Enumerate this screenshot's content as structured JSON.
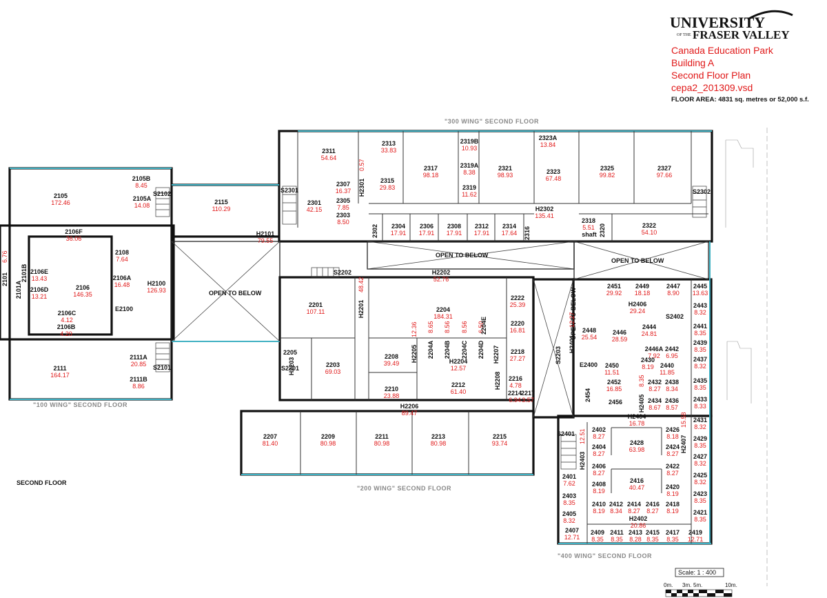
{
  "logo": {
    "line1": "UNIVERSITY",
    "line2_small": "OF THE",
    "line2": "FRASER VALLEY"
  },
  "title_block": {
    "line1": "Canada Education Park",
    "line2": "Building A",
    "line3": "Second Floor Plan",
    "line4": "cepa2_201309.vsd",
    "floor_area": "FLOOR AREA: 4831 sq. metres or 52,000 s.f."
  },
  "floor_label": "SECOND FLOOR",
  "wings": [
    "\"300 WING\" SECOND FLOOR",
    "\"100 WING\" SECOND FLOOR",
    "\"200 WING\" SECOND FLOOR",
    "\"400 WING\" SECOND FLOOR"
  ],
  "open_below": [
    "OPEN TO BELOW",
    "OPEN TO BELOW",
    "OPEN TO BELOW",
    "OPEN TO BELOW",
    "OPEN TO BELOW"
  ],
  "scale": {
    "label": "Scale: 1 : 400",
    "ticks": [
      "0m.",
      "3m.",
      "5m.",
      "10m."
    ]
  },
  "rooms": [
    {
      "id": "2105B",
      "area": "8.45"
    },
    {
      "id": "2105",
      "area": "172.46"
    },
    {
      "id": "2105A",
      "area": "14.08"
    },
    {
      "id": "S2102",
      "area": ""
    },
    {
      "id": "2115",
      "area": "110.29"
    },
    {
      "id": "2106F",
      "area": "36.06"
    },
    {
      "id": "2101",
      "area": "6.76"
    },
    {
      "id": "2101A",
      "area": ""
    },
    {
      "id": "2101B",
      "area": ""
    },
    {
      "id": "2106E",
      "area": "13.43"
    },
    {
      "id": "2106D",
      "area": "13.21"
    },
    {
      "id": "2106",
      "area": "146.35"
    },
    {
      "id": "2108",
      "area": "7.64"
    },
    {
      "id": "2106A",
      "area": "16.48"
    },
    {
      "id": "H2100",
      "area": "126.93"
    },
    {
      "id": "E2100",
      "area": ""
    },
    {
      "id": "2106C",
      "area": "4.12"
    },
    {
      "id": "2106B",
      "area": "4.20"
    },
    {
      "id": "2111",
      "area": "164.17"
    },
    {
      "id": "2111A",
      "area": "20.85"
    },
    {
      "id": "2111B",
      "area": "8.86"
    },
    {
      "id": "S2101",
      "area": ""
    },
    {
      "id": "H2101",
      "area": "79.55"
    },
    {
      "id": "S2301",
      "area": ""
    },
    {
      "id": "2311",
      "area": "54.64"
    },
    {
      "id": "2301",
      "area": "42.15"
    },
    {
      "id": "2307",
      "area": "16.37"
    },
    {
      "id": "2305",
      "area": "7.85"
    },
    {
      "id": "2303",
      "area": "8.50"
    },
    {
      "id": "H2301",
      "area": "0.57"
    },
    {
      "id": "2313",
      "area": "33.83"
    },
    {
      "id": "2315",
      "area": "29.83"
    },
    {
      "id": "2317",
      "area": "98.18"
    },
    {
      "id": "2319B",
      "area": "10.93"
    },
    {
      "id": "2319A",
      "area": "8.38"
    },
    {
      "id": "2319",
      "area": "11.62"
    },
    {
      "id": "2321",
      "area": "98.93"
    },
    {
      "id": "2323A",
      "area": "13.84"
    },
    {
      "id": "2323",
      "area": "67.48"
    },
    {
      "id": "2325",
      "area": "99.82"
    },
    {
      "id": "2327",
      "area": "97.66"
    },
    {
      "id": "S2302",
      "area": ""
    },
    {
      "id": "H2302",
      "area": "135.41"
    },
    {
      "id": "2302",
      "area": ""
    },
    {
      "id": "2304",
      "area": "17.91"
    },
    {
      "id": "2306",
      "area": "17.91"
    },
    {
      "id": "2308",
      "area": "17.91"
    },
    {
      "id": "2312",
      "area": "17.91"
    },
    {
      "id": "2314",
      "area": "17.64"
    },
    {
      "id": "2316",
      "area": ""
    },
    {
      "id": "2318",
      "area": "5.51"
    },
    {
      "id": "shaft",
      "area": ""
    },
    {
      "id": "2320",
      "area": ""
    },
    {
      "id": "2322",
      "area": "54.10"
    },
    {
      "id": "S2202",
      "area": ""
    },
    {
      "id": "H2202",
      "area": "52.76"
    },
    {
      "id": "2201",
      "area": "107.11"
    },
    {
      "id": "H2201",
      "area": "48.42"
    },
    {
      "id": "2204",
      "area": "184.31"
    },
    {
      "id": "2222",
      "area": "25.39"
    },
    {
      "id": "2220",
      "area": "16.81"
    },
    {
      "id": "2218",
      "area": "27.27"
    },
    {
      "id": "2205",
      "area": ""
    },
    {
      "id": "S2201",
      "area": ""
    },
    {
      "id": "H2203",
      "area": ""
    },
    {
      "id": "2203",
      "area": "69.03"
    },
    {
      "id": "2208",
      "area": "39.49"
    },
    {
      "id": "H2205",
      "area": "12.36"
    },
    {
      "id": "2204A",
      "area": "8.65"
    },
    {
      "id": "2204B",
      "area": "8.56"
    },
    {
      "id": "2204C",
      "area": "8.56"
    },
    {
      "id": "2204D",
      "area": "6.50"
    },
    {
      "id": "2204E",
      "area": ""
    },
    {
      "id": "H2204",
      "area": "12.57"
    },
    {
      "id": "H2207",
      "area": ""
    },
    {
      "id": "2210",
      "area": "23.88"
    },
    {
      "id": "2212",
      "area": "61.40"
    },
    {
      "id": "H2208",
      "area": ""
    },
    {
      "id": "2216",
      "area": "4.78"
    },
    {
      "id": "2214",
      "area": "6.94"
    },
    {
      "id": "2217",
      "area": "3.57"
    },
    {
      "id": "S2203",
      "area": ""
    },
    {
      "id": "H2206",
      "area": "89.47"
    },
    {
      "id": "2207",
      "area": "81.40"
    },
    {
      "id": "2209",
      "area": "80.98"
    },
    {
      "id": "2211",
      "area": "80.98"
    },
    {
      "id": "2213",
      "area": "80.98"
    },
    {
      "id": "2215",
      "area": "93.74"
    },
    {
      "id": "2451",
      "area": "29.92"
    },
    {
      "id": "2449",
      "area": "18.18"
    },
    {
      "id": "2447",
      "area": "8.90"
    },
    {
      "id": "2445",
      "area": "13.63"
    },
    {
      "id": "H2406",
      "area": "29.24"
    },
    {
      "id": "2443",
      "area": "8.32"
    },
    {
      "id": "S2402",
      "area": ""
    },
    {
      "id": "2441",
      "area": "8.35"
    },
    {
      "id": "H2401",
      "area": "12.27"
    },
    {
      "id": "2448",
      "area": "25.54"
    },
    {
      "id": "2446",
      "area": "28.59"
    },
    {
      "id": "2444",
      "area": "24.81"
    },
    {
      "id": "2439",
      "area": "8.35"
    },
    {
      "id": "2446A",
      "area": "7.92"
    },
    {
      "id": "2442",
      "area": "6.95"
    },
    {
      "id": "2437",
      "area": "8.32"
    },
    {
      "id": "E2400",
      "area": ""
    },
    {
      "id": "2450",
      "area": "11.51"
    },
    {
      "id": "2430",
      "area": "8.19"
    },
    {
      "id": "2440",
      "area": "11.85"
    },
    {
      "id": "2452",
      "area": "16.85"
    },
    {
      "id": "2432",
      "area": "8.27"
    },
    {
      "id": "2438",
      "area": "8.34"
    },
    {
      "id": "2435",
      "area": "8.35"
    },
    {
      "id": "2454",
      "area": ""
    },
    {
      "id": "2456",
      "area": ""
    },
    {
      "id": "H2405",
      "area": "8.35"
    },
    {
      "id": "2434",
      "area": "8.67"
    },
    {
      "id": "2436",
      "area": "8.57"
    },
    {
      "id": "2433",
      "area": "8.33"
    },
    {
      "id": "H2404",
      "area": "16.78"
    },
    {
      "id": "2431",
      "area": "8.32"
    },
    {
      "id": "S2401",
      "area": ""
    },
    {
      "id": "2402",
      "area": "8.27"
    },
    {
      "id": "2426",
      "area": "8.18"
    },
    {
      "id": "H2407",
      "area": "15.58"
    },
    {
      "id": "2429",
      "area": "8.35"
    },
    {
      "id": "2428",
      "area": "63.98"
    },
    {
      "id": "2404",
      "area": "8.27"
    },
    {
      "id": "2424",
      "area": "8.27"
    },
    {
      "id": "2427",
      "area": "8.32"
    },
    {
      "id": "H2403",
      "area": "12.51"
    },
    {
      "id": "2406",
      "area": "8.27"
    },
    {
      "id": "2422",
      "area": "8.27"
    },
    {
      "id": "2401",
      "area": "7.62"
    },
    {
      "id": "2425",
      "area": "8.32"
    },
    {
      "id": "2416",
      "area": "40.47"
    },
    {
      "id": "2408",
      "area": "8.19"
    },
    {
      "id": "2420",
      "area": "8.19"
    },
    {
      "id": "2403",
      "area": "8.35"
    },
    {
      "id": "2423",
      "area": "8.35"
    },
    {
      "id": "2410",
      "area": "8.19"
    },
    {
      "id": "2412",
      "area": "8.34"
    },
    {
      "id": "2414",
      "area": "8.27"
    },
    {
      "id": "2416",
      "area": "8.27"
    },
    {
      "id": "2418",
      "area": "8.19"
    },
    {
      "id": "2405",
      "area": "8.32"
    },
    {
      "id": "2421",
      "area": "8.35"
    },
    {
      "id": "H2402",
      "area": "20.86"
    },
    {
      "id": "2407",
      "area": "12.71"
    },
    {
      "id": "2409",
      "area": "8.35"
    },
    {
      "id": "2411",
      "area": "8.35"
    },
    {
      "id": "2413",
      "area": "8.28"
    },
    {
      "id": "2415",
      "area": "8.35"
    },
    {
      "id": "2417",
      "area": "8.35"
    },
    {
      "id": "2419",
      "area": "12.71"
    }
  ]
}
